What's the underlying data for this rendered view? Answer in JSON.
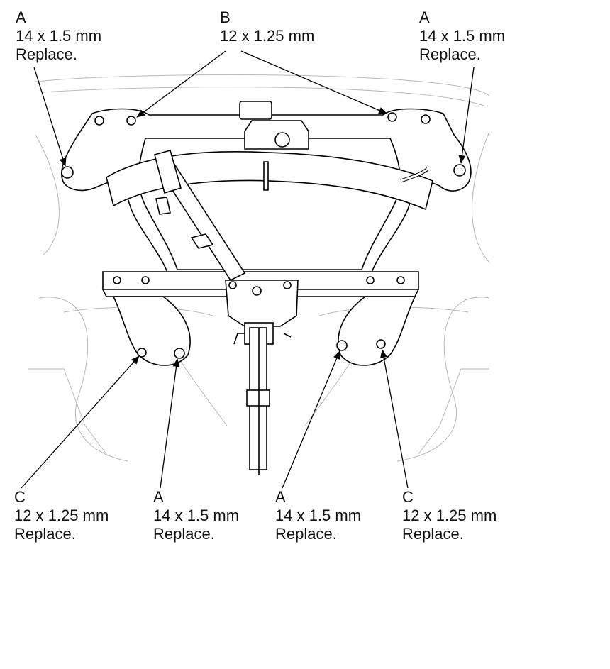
{
  "callouts": [
    {
      "id": "tl",
      "letter": "A",
      "size": "14 x 1.5 mm",
      "note": "Replace."
    },
    {
      "id": "top",
      "letter": "B",
      "size": "12 x 1.25 mm",
      "note": ""
    },
    {
      "id": "tr",
      "letter": "A",
      "size": "14 x 1.5 mm",
      "note": "Replace."
    },
    {
      "id": "bl1",
      "letter": "C",
      "size": "12 x 1.25 mm",
      "note": "Replace."
    },
    {
      "id": "bl2",
      "letter": "A",
      "size": "14 x 1.5 mm",
      "note": "Replace."
    },
    {
      "id": "br1",
      "letter": "A",
      "size": "14 x 1.5 mm",
      "note": "Replace."
    },
    {
      "id": "br2",
      "letter": "C",
      "size": "12 x 1.25 mm",
      "note": "Replace."
    }
  ]
}
